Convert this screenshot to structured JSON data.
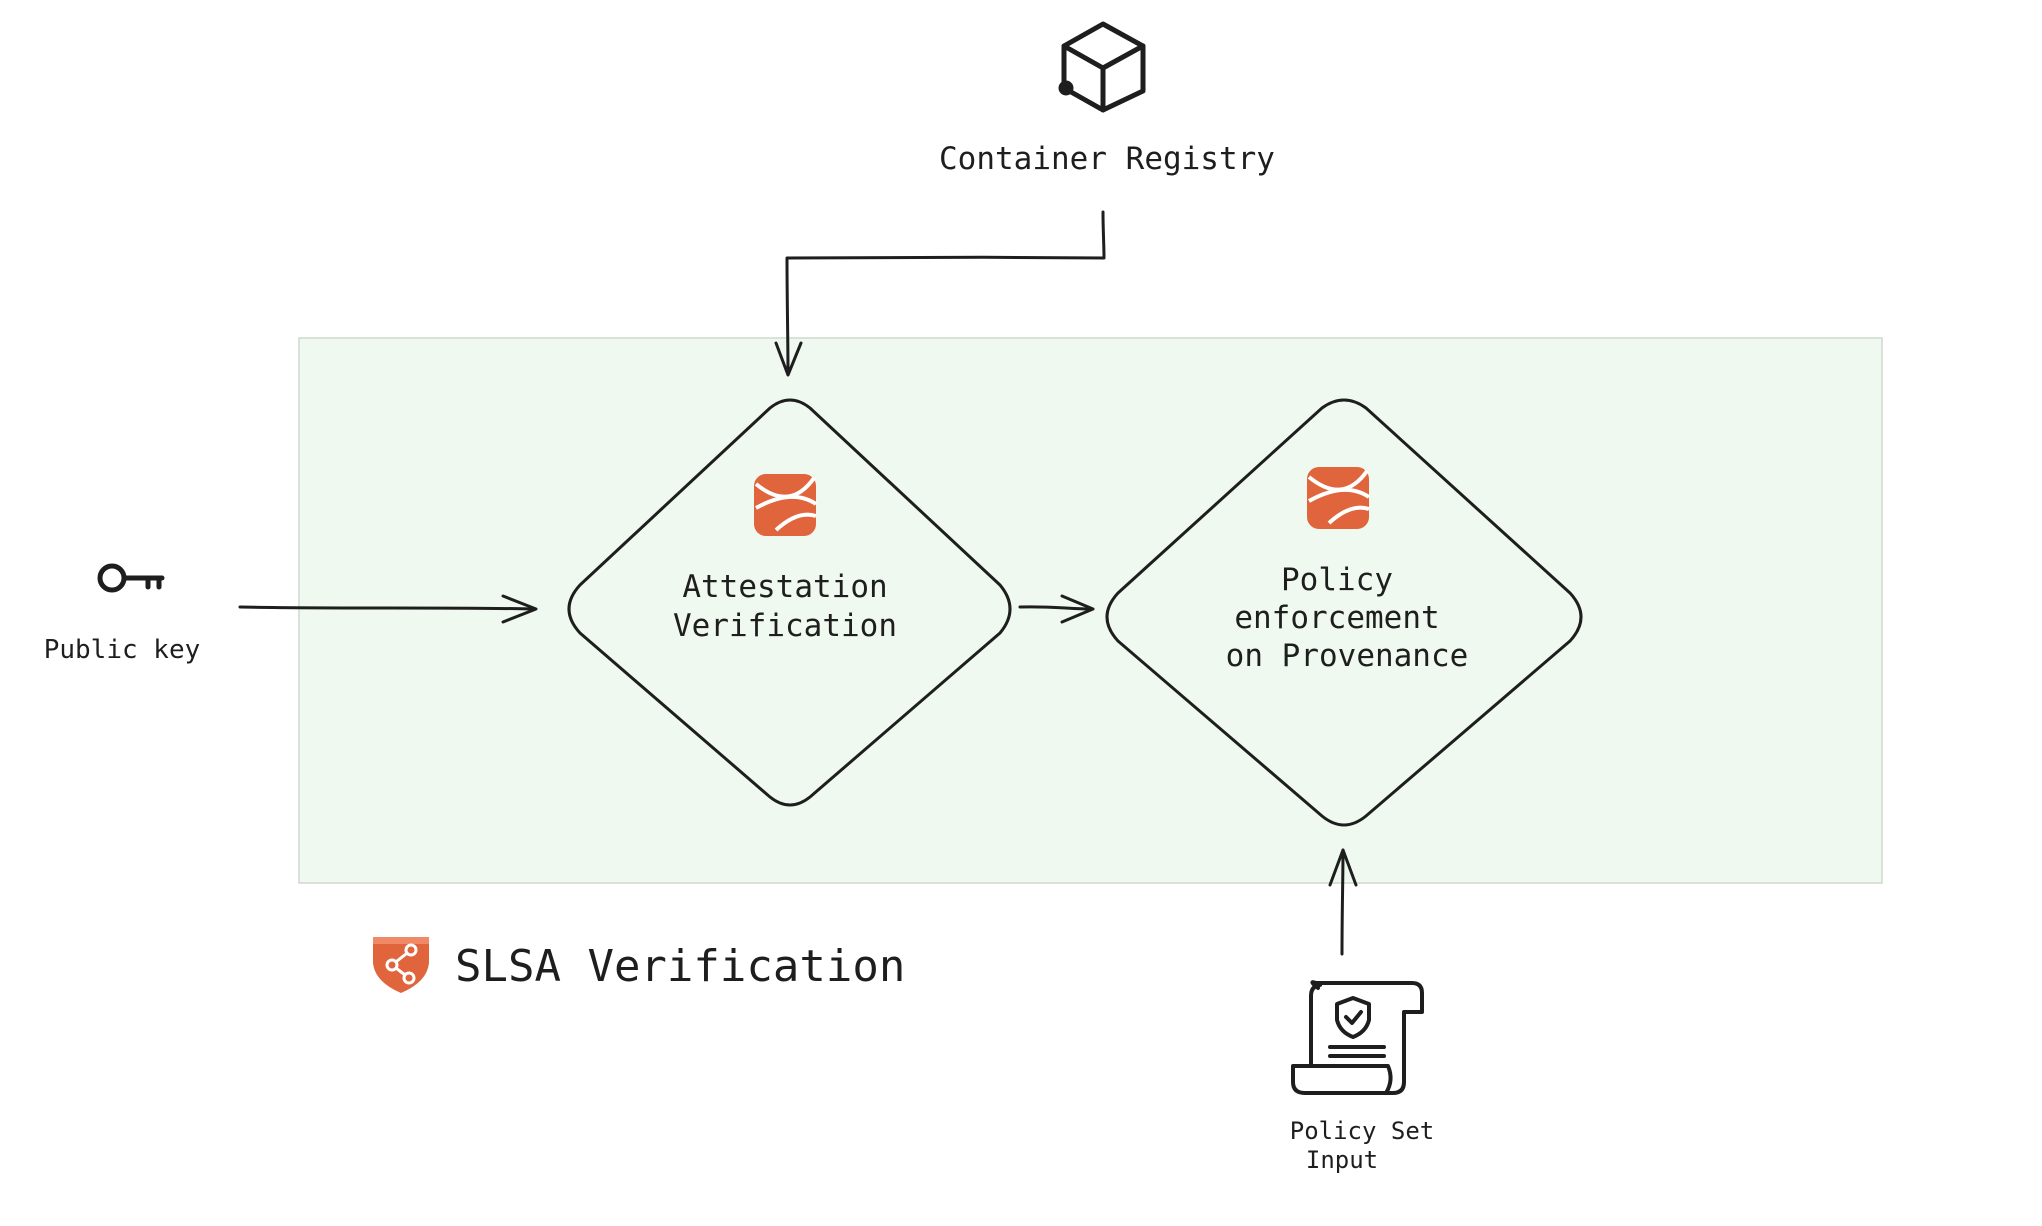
{
  "container_registry": {
    "label": "Container Registry",
    "icon": "cube-icon"
  },
  "public_key": {
    "label": "Public key",
    "icon": "key-icon"
  },
  "attestation_node": {
    "line1": "Attestation",
    "line2": "Verification",
    "icon": "slsa-envelope-icon"
  },
  "policy_node": {
    "line1": "Policy",
    "line2": "enforcement",
    "line3": "on Provenance",
    "icon": "slsa-envelope-icon"
  },
  "policy_set": {
    "line1": "Policy Set",
    "line2": "Input",
    "icon": "policy-scroll-icon"
  },
  "slsa_group": {
    "title": "SLSA Verification",
    "icon": "slsa-shield-icon"
  },
  "colors": {
    "accent": "#e0643c",
    "group_fill": "#f0f9f0",
    "group_border": "#cfd8cf",
    "stroke": "#1e1e1e"
  }
}
